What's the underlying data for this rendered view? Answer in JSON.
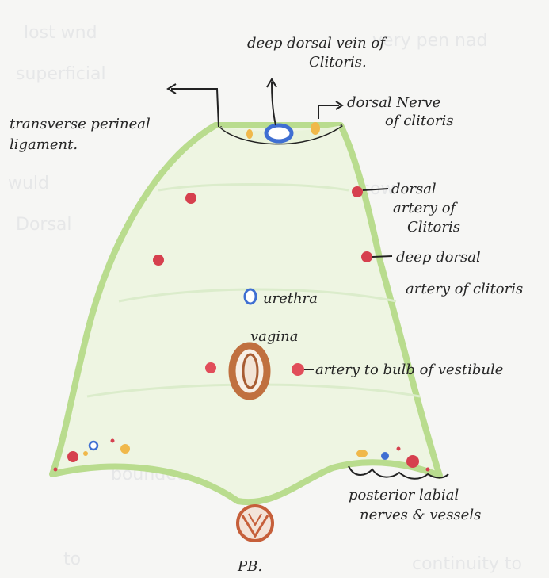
{
  "labels": {
    "deep_dorsal_vein_l1": "deep dorsal vein of",
    "deep_dorsal_vein_l2": "Clitoris.",
    "dorsal_nerve_l1": "dorsal Nerve",
    "dorsal_nerve_l2": "of clitoris",
    "transverse_l1": "transverse perineal",
    "transverse_l2": "ligament.",
    "dorsal_artery_l1": "dorsal",
    "dorsal_artery_l2": "artery of",
    "dorsal_artery_l3": "Clitoris",
    "deep_artery_l1": "deep dorsal",
    "deep_artery_l2": "artery of clitoris",
    "urethra": "urethra",
    "vagina": "vagina",
    "artery_bulb": "artery to bulb of vestibule",
    "posterior_l1": "posterior labial",
    "posterior_l2": "nerves & vessels",
    "pb": "PB."
  },
  "colors": {
    "membrane": "#b9dc8e",
    "artery": "#d6404e",
    "vein": "#3f6fd2",
    "nerve": "#f0b84a",
    "vagina": "#c0703f",
    "ink": "#222222"
  }
}
